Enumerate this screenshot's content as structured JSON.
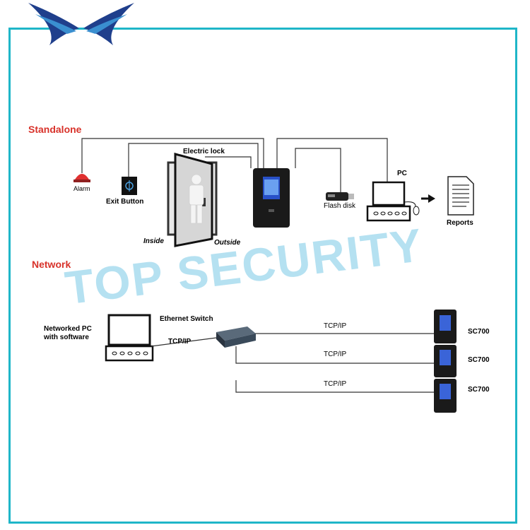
{
  "sections": {
    "standalone": "Standalone",
    "network": "Network"
  },
  "standalone": {
    "alarm": "Alarm",
    "exit_button": "Exit Button",
    "electric_lock": "Electric lock",
    "inside": "Inside",
    "outside": "Outside",
    "flash_disk": "Flash disk",
    "pc": "PC",
    "reports": "Reports"
  },
  "network": {
    "pc_label_line1": "Networked PC",
    "pc_label_line2": "with software",
    "ethernet_switch": "Ethernet Switch",
    "tcpip_pc": "TCP/IP",
    "links": [
      {
        "protocol": "TCP/IP",
        "device": "SC700"
      },
      {
        "protocol": "TCP/IP",
        "device": "SC700"
      },
      {
        "protocol": "TCP/IP",
        "device": "SC700"
      }
    ]
  },
  "watermark": "TOP SECURITY",
  "colors": {
    "frame": "#1fb6c8",
    "section_title": "#d8322a",
    "logo": "#1f3f8c",
    "watermark": "#78c8e6"
  }
}
